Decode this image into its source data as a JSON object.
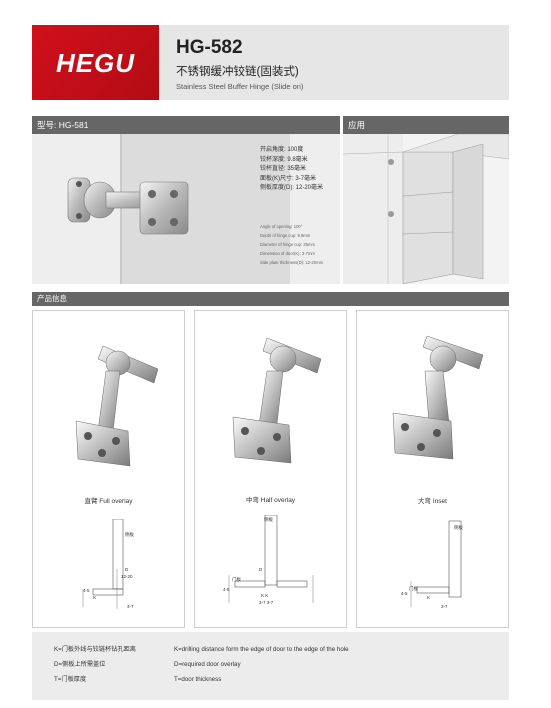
{
  "header": {
    "brand": "HEGU",
    "model": "HG-582",
    "title_cn": "不锈钢缓冲铰链(固装式)",
    "title_en": "Stainless Steel Buffer Hinge (Slide on)"
  },
  "model_bar": {
    "label": "型号: HG-581"
  },
  "apply_bar": {
    "label": "应用"
  },
  "specs": {
    "cn": [
      "开启角度: 100度",
      "铰杯深度: 9.8毫米",
      "铰杯直径: 35毫米",
      "面板(K)尺寸: 3-7毫米",
      "侧板厚度(D): 12-20毫米"
    ],
    "en": [
      "Angle of opening: 100°",
      "Depth of hinge cup: 9.8mm",
      "Diameter of hinge cup: 35mm",
      "Dimension of door(K): 3-7mm",
      "Side plate thickness(D): 12-20mm"
    ]
  },
  "product_bar": {
    "label": "产品信息"
  },
  "cards": [
    {
      "caption": "直臂 Full overlay",
      "dims": {
        "d": "D",
        "range": "12-20",
        "k": "3-7",
        "t": "4-5",
        "k2": "K",
        "label": "侧板"
      }
    },
    {
      "caption": "中弯 Half overlay",
      "dims": {
        "d": "D",
        "range": "D",
        "k": "3-7 3-7",
        "t": "4-5",
        "k2": "K K",
        "label": "侧板",
        "door": "门板"
      }
    },
    {
      "caption": "大弯 Inset",
      "dims": {
        "d": "",
        "range": "",
        "k": "3-7",
        "t": "4-5",
        "k2": "K",
        "label": "侧板",
        "door": "门板"
      }
    }
  ],
  "legend": {
    "cn": [
      "K=门板外线与铰链杯钻孔距离",
      "D=侧板上所需盖位",
      "T=门板厚度"
    ],
    "en": [
      "K=drilling distance form the edge of door to the edge of the hole",
      "D=required door overlay",
      "T=door thickness"
    ]
  }
}
